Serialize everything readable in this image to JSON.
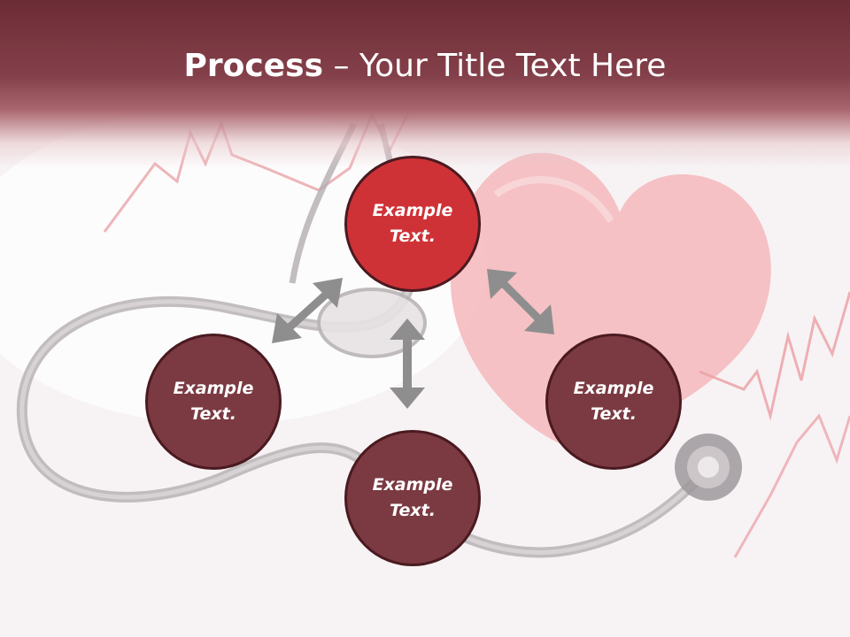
{
  "title": {
    "bold": "Process",
    "rest": " – Your Title Text Here"
  },
  "nodes": [
    {
      "id": "top",
      "line1": "Example",
      "line2": "Text.",
      "color": "#cf3236"
    },
    {
      "id": "left",
      "line1": "Example",
      "line2": "Text.",
      "color": "#7b3a42"
    },
    {
      "id": "right",
      "line1": "Example",
      "line2": "Text.",
      "color": "#7b3a42"
    },
    {
      "id": "bottom",
      "line1": "Example",
      "line2": "Text.",
      "color": "#7b3a42"
    }
  ],
  "colors": {
    "title_band": "#6c2c35",
    "node_dark": "#7b3a42",
    "node_accent": "#cf3236",
    "arrow": "#8e8e8e"
  }
}
